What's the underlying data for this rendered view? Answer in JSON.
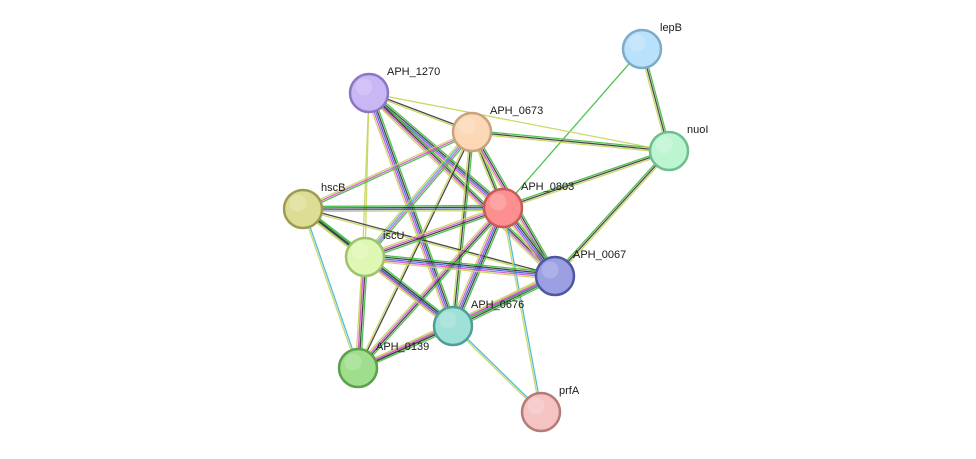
{
  "nodes": [
    {
      "id": "APH_1270",
      "label": "APH_1270",
      "fill": "#c9b6f5",
      "stroke": "#8d76c2"
    },
    {
      "id": "APH_0673",
      "label": "APH_0673",
      "fill": "#fcd8b6",
      "stroke": "#c9a27e"
    },
    {
      "id": "lepB",
      "label": "lepB",
      "fill": "#b9e1fb",
      "stroke": "#7faac8"
    },
    {
      "id": "nuoI",
      "label": "nuoI",
      "fill": "#bdf5d2",
      "stroke": "#6fbf8e"
    },
    {
      "id": "hscB",
      "label": "hscB",
      "fill": "#dedd95",
      "stroke": "#9e9b52"
    },
    {
      "id": "APH_0803",
      "label": "APH_0803",
      "fill": "#fc8f8f",
      "stroke": "#c85a5a"
    },
    {
      "id": "iscU",
      "label": "iscU",
      "fill": "#def7b3",
      "stroke": "#9ec26e"
    },
    {
      "id": "APH_0067",
      "label": "APH_0067",
      "fill": "#9aa0e2",
      "stroke": "#4f57a2"
    },
    {
      "id": "APH_0676",
      "label": "APH_0676",
      "fill": "#9fe0d8",
      "stroke": "#4f9f96"
    },
    {
      "id": "APH_0139",
      "label": "APH_0139",
      "fill": "#9ede8c",
      "stroke": "#5c9f4d"
    },
    {
      "id": "prfA",
      "label": "prfA",
      "fill": "#f6c3c3",
      "stroke": "#b57a7a"
    }
  ],
  "edge_colors": {
    "green": "#3dbb3d",
    "black": "#333333",
    "yellow": "#c8d45a",
    "magenta": "#d64fd6",
    "blue": "#3b5fd6",
    "cyan": "#3fb6d6",
    "purple": "#6b4fa8"
  },
  "edges": [
    {
      "source": "lepB",
      "target": "nuoI",
      "types": [
        "green",
        "black",
        "yellow"
      ]
    },
    {
      "source": "lepB",
      "target": "APH_0803",
      "types": [
        "green"
      ]
    },
    {
      "source": "APH_0673",
      "target": "nuoI",
      "types": [
        "green",
        "black",
        "yellow"
      ]
    },
    {
      "source": "APH_0803",
      "target": "nuoI",
      "types": [
        "green",
        "black",
        "yellow"
      ]
    },
    {
      "source": "APH_0067",
      "target": "nuoI",
      "types": [
        "green",
        "black",
        "yellow"
      ]
    },
    {
      "source": "APH_1270",
      "target": "nuoI",
      "types": [
        "yellow"
      ]
    },
    {
      "source": "APH_1270",
      "target": "APH_0673",
      "types": [
        "black",
        "yellow"
      ]
    },
    {
      "source": "APH_1270",
      "target": "APH_0803",
      "types": [
        "green",
        "black",
        "blue",
        "magenta",
        "yellow"
      ]
    },
    {
      "source": "APH_1270",
      "target": "APH_0676",
      "types": [
        "green",
        "black",
        "blue",
        "magenta",
        "yellow"
      ]
    },
    {
      "source": "APH_1270",
      "target": "APH_0067",
      "types": [
        "green",
        "black",
        "magenta",
        "yellow"
      ]
    },
    {
      "source": "APH_1270",
      "target": "iscU",
      "types": [
        "yellow"
      ]
    },
    {
      "source": "APH_1270",
      "target": "APH_0139",
      "types": [
        "yellow"
      ]
    },
    {
      "source": "APH_0673",
      "target": "hscB",
      "types": [
        "green",
        "magenta",
        "yellow"
      ]
    },
    {
      "source": "APH_0673",
      "target": "APH_0803",
      "types": [
        "green",
        "black",
        "yellow"
      ]
    },
    {
      "source": "APH_0673",
      "target": "APH_0067",
      "types": [
        "green",
        "black",
        "magenta",
        "yellow"
      ]
    },
    {
      "source": "APH_0673",
      "target": "APH_0676",
      "types": [
        "green",
        "black",
        "yellow"
      ]
    },
    {
      "source": "APH_0673",
      "target": "APH_0139",
      "types": [
        "black",
        "yellow"
      ]
    },
    {
      "source": "APH_0673",
      "target": "iscU",
      "types": [
        "green",
        "magenta",
        "cyan",
        "yellow"
      ]
    },
    {
      "source": "hscB",
      "target": "APH_0803",
      "types": [
        "green",
        "black",
        "blue",
        "yellow"
      ]
    },
    {
      "source": "hscB",
      "target": "iscU",
      "types": [
        "green",
        "black",
        "blue",
        "yellow"
      ]
    },
    {
      "source": "hscB",
      "target": "APH_0067",
      "types": [
        "black",
        "yellow"
      ]
    },
    {
      "source": "hscB",
      "target": "APH_0676",
      "types": [
        "green",
        "black",
        "yellow"
      ]
    },
    {
      "source": "hscB",
      "target": "APH_0139",
      "types": [
        "cyan",
        "yellow"
      ]
    },
    {
      "source": "APH_0803",
      "target": "iscU",
      "types": [
        "green",
        "black",
        "magenta",
        "yellow"
      ]
    },
    {
      "source": "APH_0803",
      "target": "APH_0067",
      "types": [
        "green",
        "black",
        "blue",
        "magenta",
        "yellow"
      ]
    },
    {
      "source": "APH_0803",
      "target": "APH_0676",
      "types": [
        "green",
        "black",
        "blue",
        "magenta",
        "yellow"
      ]
    },
    {
      "source": "APH_0803",
      "target": "APH_0139",
      "types": [
        "green",
        "black",
        "magenta",
        "yellow"
      ]
    },
    {
      "source": "APH_0803",
      "target": "prfA",
      "types": [
        "cyan",
        "yellow"
      ]
    },
    {
      "source": "iscU",
      "target": "APH_0067",
      "types": [
        "green",
        "black",
        "blue",
        "magenta",
        "yellow"
      ]
    },
    {
      "source": "iscU",
      "target": "APH_0676",
      "types": [
        "green",
        "black",
        "blue",
        "magenta",
        "yellow"
      ]
    },
    {
      "source": "iscU",
      "target": "APH_0139",
      "types": [
        "green",
        "black",
        "magenta",
        "yellow"
      ]
    },
    {
      "source": "APH_0067",
      "target": "APH_0676",
      "types": [
        "green",
        "black",
        "blue",
        "magenta",
        "yellow"
      ]
    },
    {
      "source": "APH_0067",
      "target": "APH_0139",
      "types": [
        "green",
        "magenta",
        "yellow"
      ]
    },
    {
      "source": "APH_0676",
      "target": "APH_0139",
      "types": [
        "green",
        "black",
        "magenta",
        "yellow"
      ]
    },
    {
      "source": "APH_0676",
      "target": "prfA",
      "types": [
        "cyan",
        "yellow"
      ]
    }
  ]
}
